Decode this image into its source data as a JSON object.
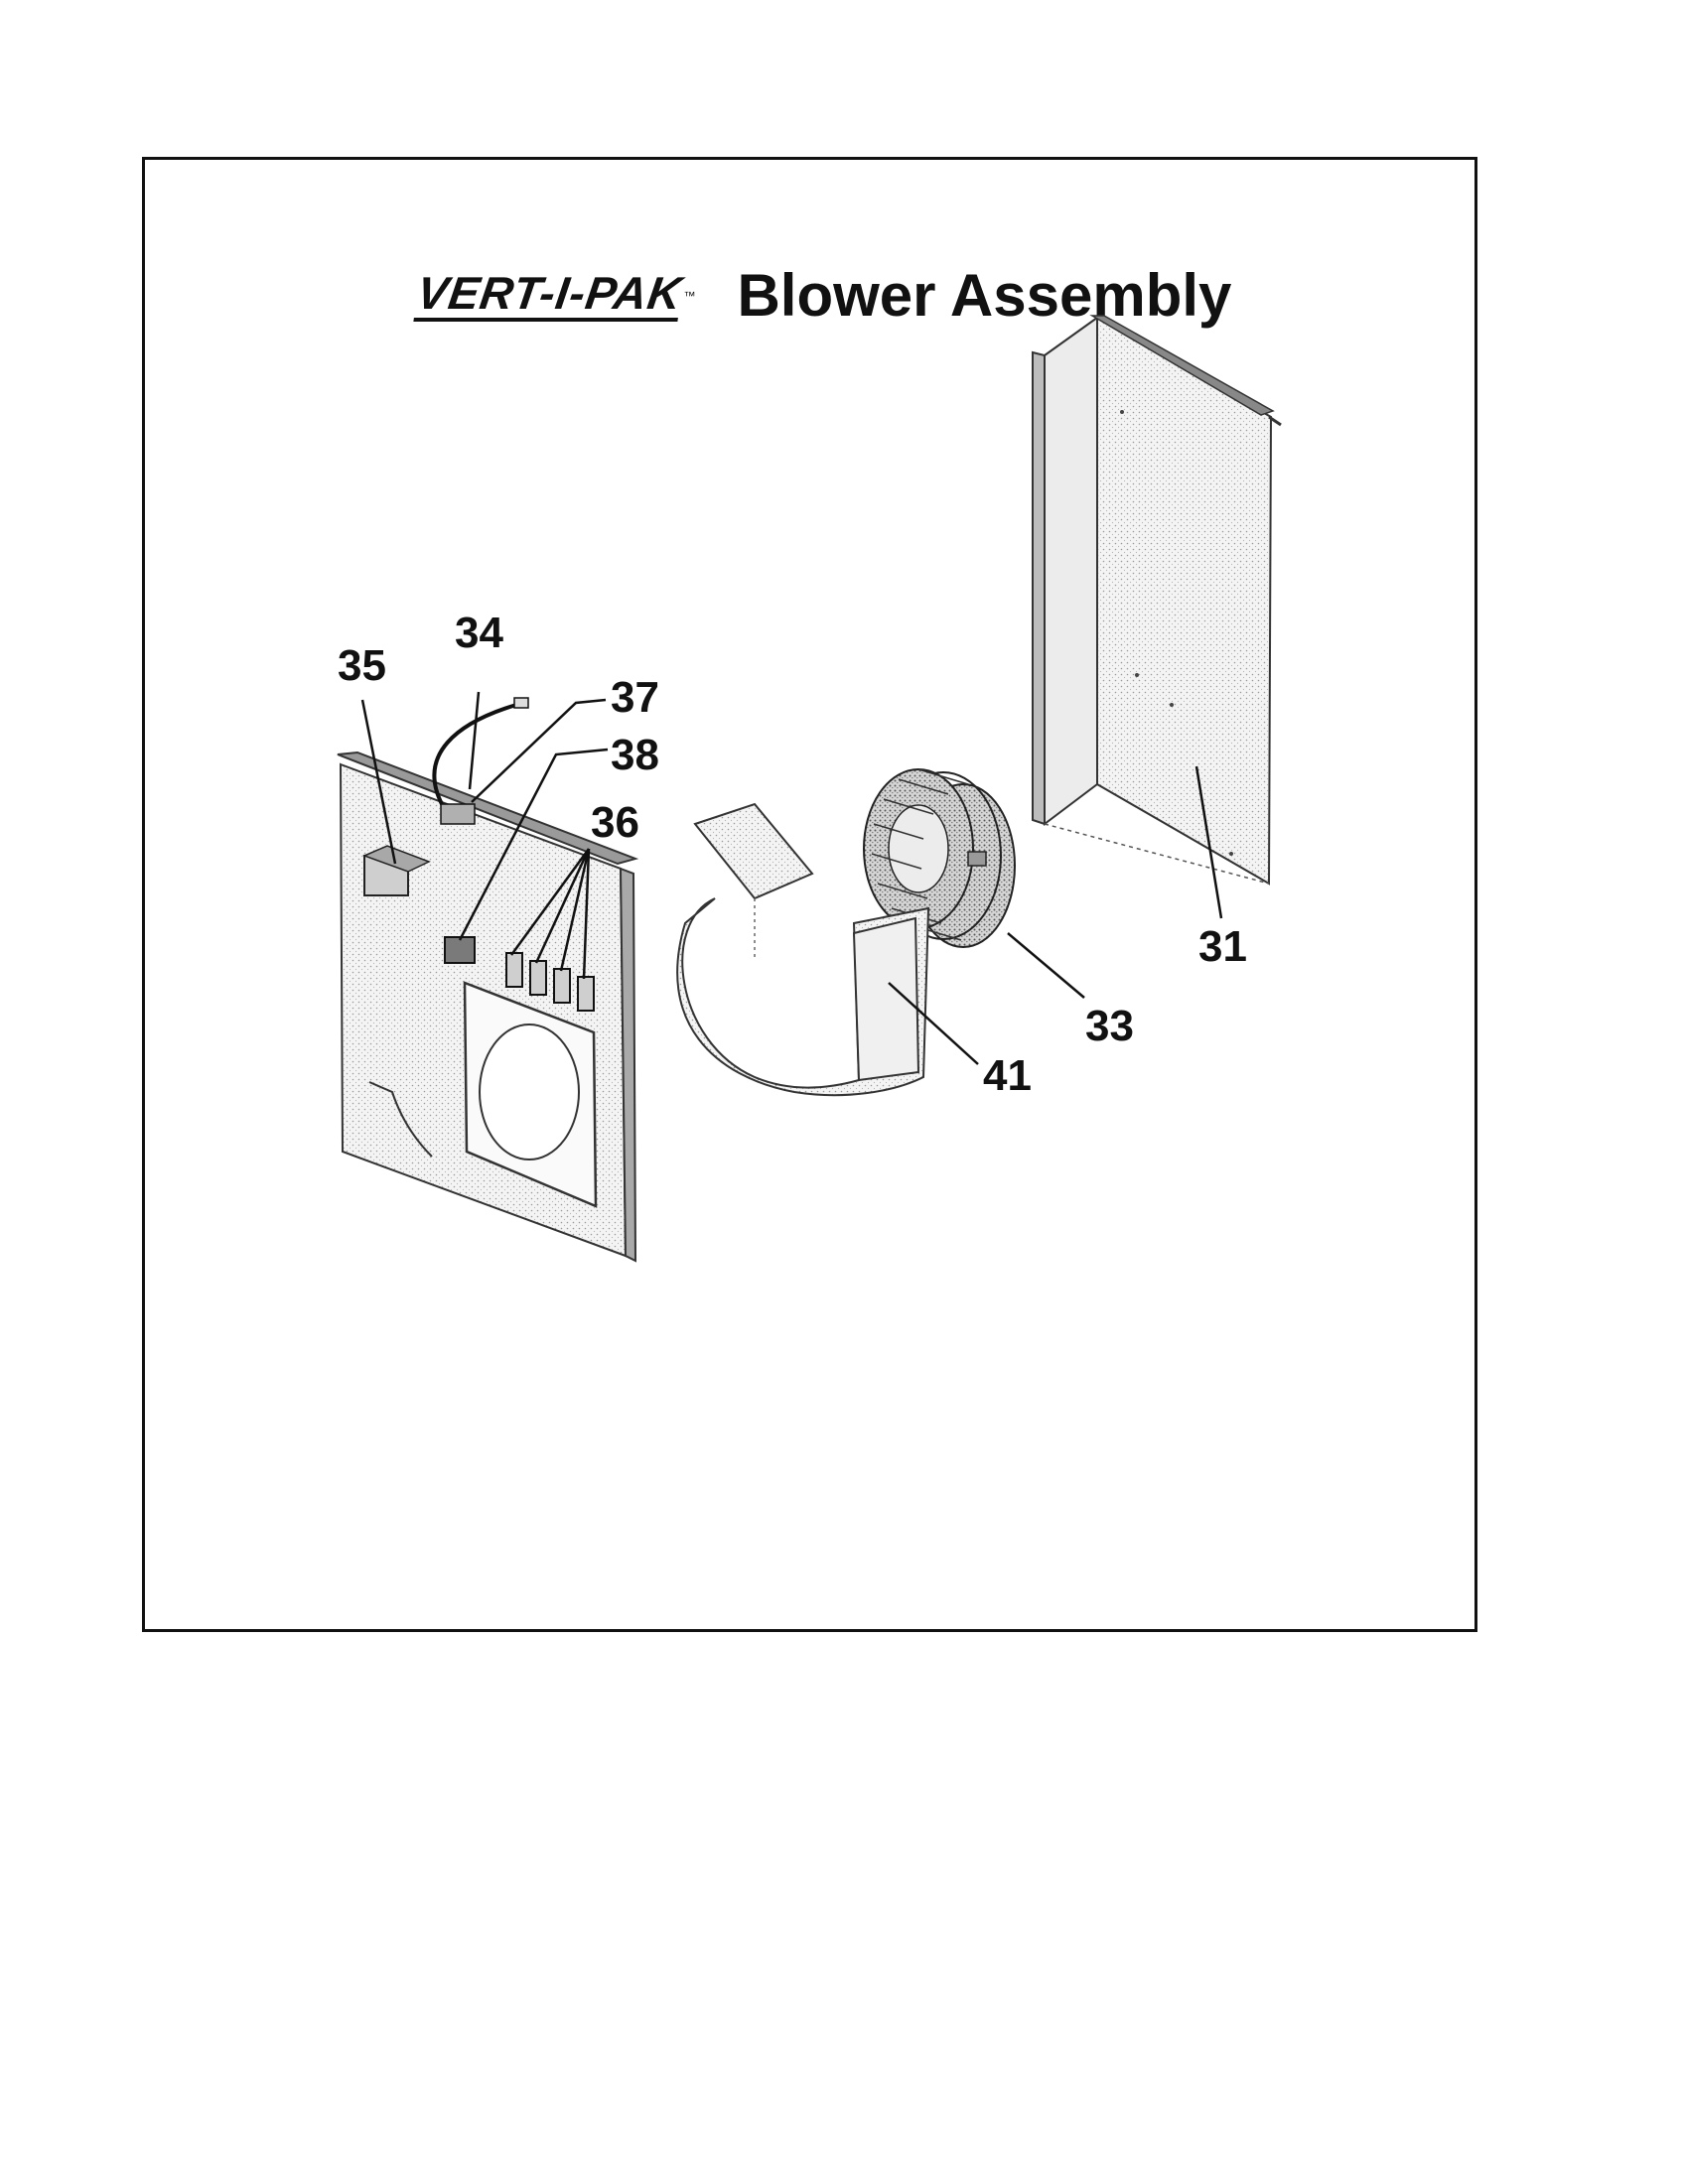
{
  "header": {
    "brand": "VERT-I-PAK",
    "brand_mark": "™",
    "title": "Blower Assembly"
  },
  "callouts": {
    "c31": "31",
    "c33": "33",
    "c34": "34",
    "c35": "35",
    "c36": "36",
    "c37": "37",
    "c38": "38",
    "c41": "41"
  }
}
